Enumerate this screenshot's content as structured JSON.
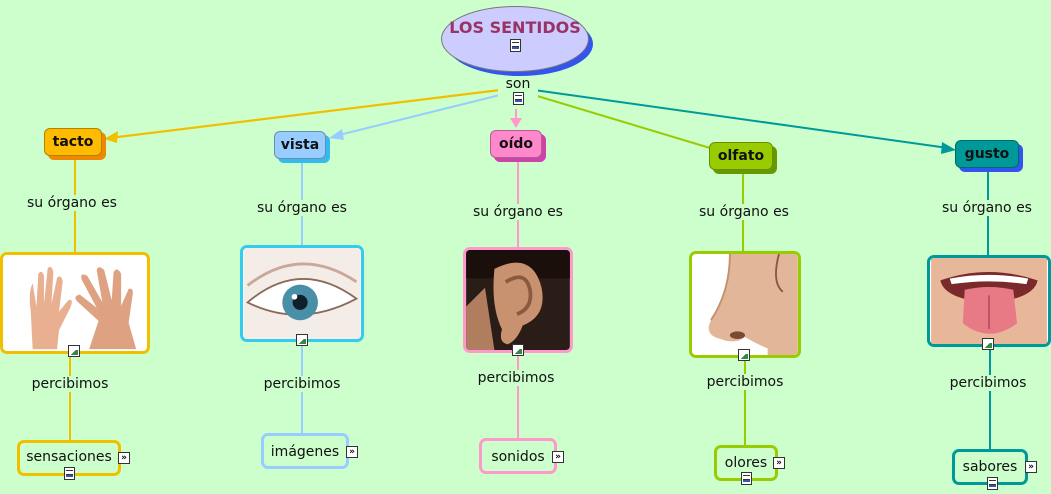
{
  "root": {
    "title": "LOS SENTIDOS",
    "doc_icon": "document-icon"
  },
  "link_root": "son",
  "senses": [
    {
      "key": "tacto",
      "label": "tacto",
      "organ_link": "su órgano es",
      "perceive_link": "percibimos",
      "result": "sensaciones",
      "color": "#f0c000",
      "fill": "#ffbb00",
      "shadow": "#ee8800",
      "image": "hands-image"
    },
    {
      "key": "vista",
      "label": "vista",
      "organ_link": "su órgano es",
      "perceive_link": "percibimos",
      "result": "imágenes",
      "color": "#99ccff",
      "fill": "#99ccff",
      "shadow": "#33bbee",
      "image": "eye-image"
    },
    {
      "key": "oido",
      "label": "oído",
      "organ_link": "su órgano es",
      "perceive_link": "percibimos",
      "result": "sonidos",
      "color": "#ff99cc",
      "fill": "#ff88cc",
      "shadow": "#cc44aa",
      "image": "ear-image"
    },
    {
      "key": "olfato",
      "label": "olfato",
      "organ_link": "su órgano es",
      "perceive_link": "percibimos",
      "result": "olores",
      "color": "#99cc00",
      "fill": "#99cc00",
      "shadow": "#669900",
      "image": "nose-image"
    },
    {
      "key": "gusto",
      "label": "gusto",
      "organ_link": "su órgano es",
      "perceive_link": "percibimos",
      "result": "sabores",
      "color": "#009999",
      "fill": "#009999",
      "shadow": "#3355ee",
      "image": "tongue-image"
    }
  ]
}
